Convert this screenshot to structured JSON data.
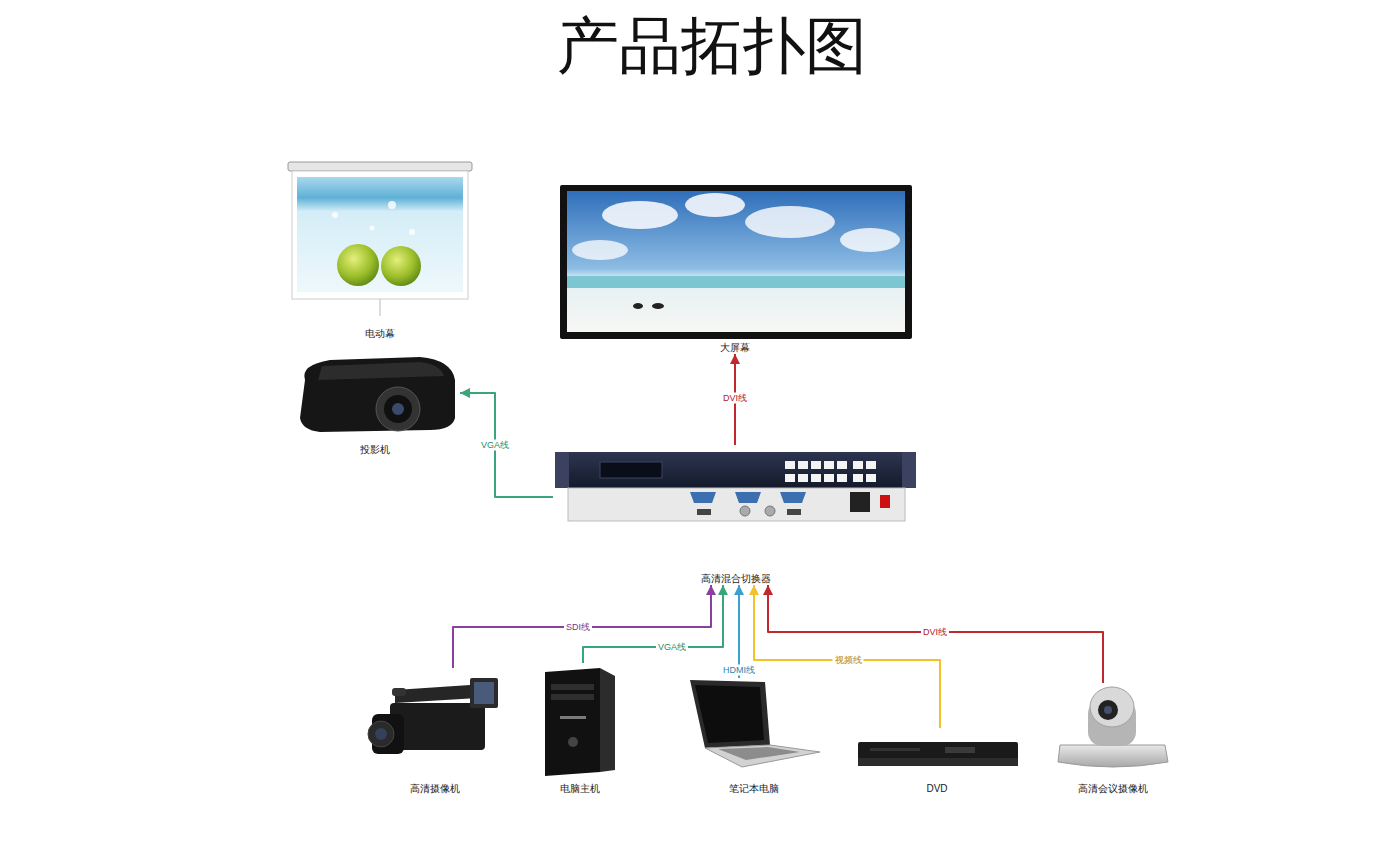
{
  "diagram": {
    "title": "产品拓扑图",
    "nodes": [
      {
        "text": [
          "电动幕"
        ]
      },
      {
        "text": [
          "大屏幕"
        ]
      },
      {
        "text": [
          "投影机"
        ]
      },
      {
        "text": [
          "高清混合切换器"
        ]
      },
      {
        "text": [
          "高清摄像机"
        ]
      },
      {
        "text": [
          "电脑主机"
        ]
      },
      {
        "text": [
          "笔记本电脑"
        ]
      },
      {
        "text": [
          "DVD"
        ]
      },
      {
        "text": [
          "高清会议摄像机"
        ]
      }
    ],
    "edges": [
      {
        "from": 3,
        "to": 1,
        "label": "DVI线",
        "arrow": "to"
      },
      {
        "from": 3,
        "to": 2,
        "label": "VGA线",
        "arrow": "to"
      },
      {
        "from": 4,
        "to": 3,
        "label": "SDI线",
        "arrow": "to"
      },
      {
        "from": 5,
        "to": 3,
        "label": "VGA线",
        "arrow": "to"
      },
      {
        "from": 6,
        "to": 3,
        "label": "HDMI线",
        "arrow": "to"
      },
      {
        "from": 7,
        "to": 3,
        "label": "视频线",
        "arrow": "to"
      },
      {
        "from": 8,
        "to": 3,
        "label": "DVI线",
        "arrow": "to"
      }
    ]
  }
}
